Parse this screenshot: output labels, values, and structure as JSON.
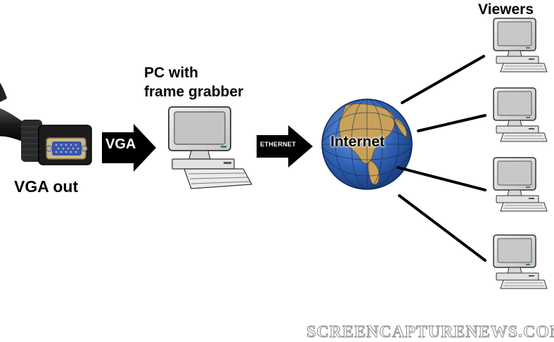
{
  "labels": {
    "vga_out": "VGA out",
    "pc_line1": "PC with",
    "pc_line2": "frame grabber",
    "vga_arrow": "VGA",
    "ethernet_arrow": "ETHERNET",
    "internet": "Internet",
    "viewers": "Viewers"
  },
  "watermark": "SCREENCAPTURENEWS.COM",
  "colors": {
    "monitor_body": "#d8d8d8",
    "monitor_screen": "#b8b8b8",
    "arrow": "#000000",
    "globe_ocean": "#2f5fb0",
    "globe_land": "#c9a25a",
    "connector_body": "#1c1c1c",
    "connector_pins": "#3a55a8"
  },
  "icons": [
    "vga-connector-icon",
    "pc-monitor-icon",
    "globe-icon",
    "viewer-computer-icon"
  ]
}
